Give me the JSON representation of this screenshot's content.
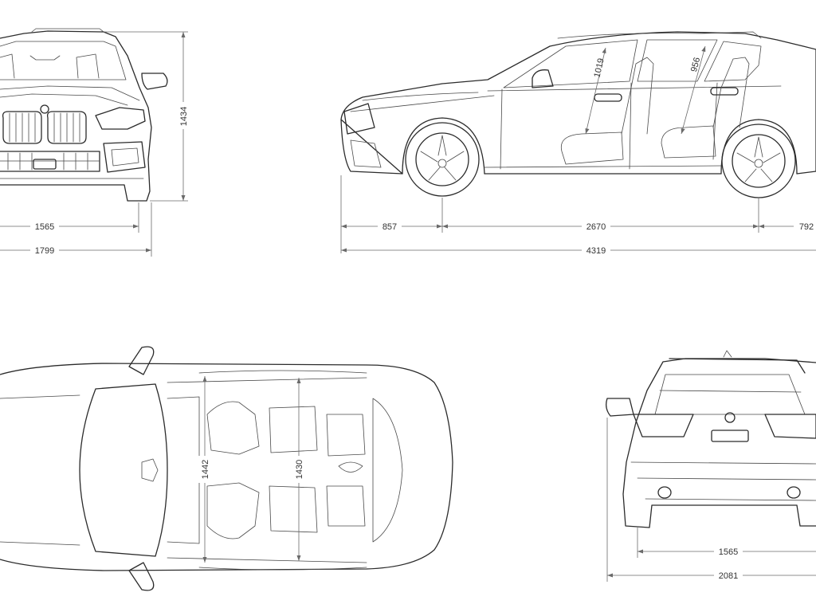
{
  "diagram": {
    "front_view": {
      "height_label": "1434",
      "track_label": "1565",
      "width_label": "1799"
    },
    "side_view": {
      "front_overhang_label": "857",
      "wheelbase_label": "2670",
      "rear_overhang_label": "792",
      "length_label": "4319",
      "front_headroom_label": "1019",
      "rear_headroom_label": "956"
    },
    "top_view": {
      "front_shoulder_label": "1442",
      "rear_shoulder_label": "1430"
    },
    "rear_view": {
      "track_label": "1565",
      "width_mirrors_label": "2081"
    },
    "colors": {
      "line": "#2b2b2b",
      "dimension": "#6a6a6a",
      "background": "#ffffff"
    }
  }
}
